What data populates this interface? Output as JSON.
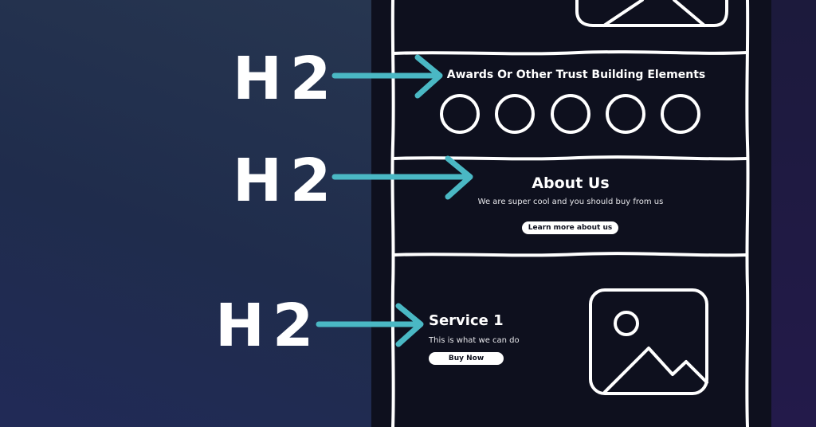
{
  "labels": {
    "h2_1": "H2",
    "h2_2": "H2",
    "h2_3": "H2"
  },
  "awards": {
    "title": "Awards Or Other Trust Building Elements",
    "badge_count": 5
  },
  "about": {
    "title": "About Us",
    "subtitle": "We are super cool and you should buy from us",
    "button": "Learn more about us"
  },
  "service": {
    "title": "Service 1",
    "subtitle": "This is what we can do",
    "button": "Buy Now"
  },
  "colors": {
    "arrow": "#4ab8c4",
    "wireframe_bg": "#0e101e",
    "line": "#ffffff"
  }
}
